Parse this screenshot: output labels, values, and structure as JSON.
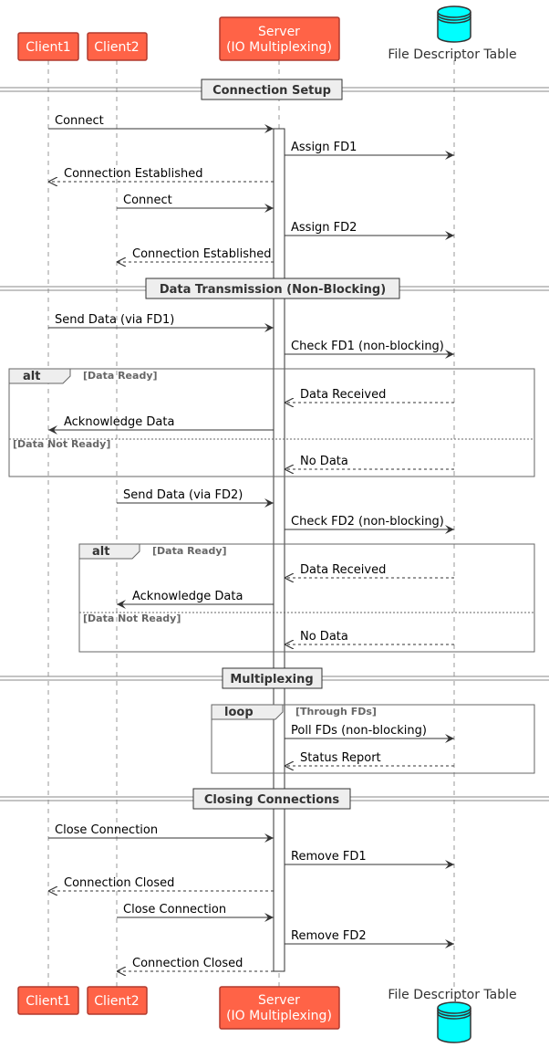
{
  "participants": {
    "client1": {
      "label": "Client1"
    },
    "client2": {
      "label": "Client2"
    },
    "server": {
      "line1": "Server",
      "line2": "(IO Multiplexing)"
    },
    "fdtable": {
      "label": "File Descriptor Table"
    }
  },
  "colors": {
    "participant_fill": "#FF6347",
    "participant_border": "#B03A2E",
    "database_fill": "#00FFFF",
    "lifeline": "#999999",
    "arrow": "#333333",
    "divider_fill": "#EEEEEE",
    "frame_border": "#666666"
  },
  "sections": [
    {
      "id": "setup",
      "label": "Connection Setup"
    },
    {
      "id": "transmission",
      "label": "Data Transmission (Non-Blocking)"
    },
    {
      "id": "multiplexing",
      "label": "Multiplexing"
    },
    {
      "id": "closing",
      "label": "Closing Connections"
    }
  ],
  "frames": [
    {
      "id": "alt1",
      "kind": "alt",
      "guard": "[Data Ready]",
      "else_guard": "[Data Not Ready]"
    },
    {
      "id": "alt2",
      "kind": "alt",
      "guard": "[Data Ready]",
      "else_guard": "[Data Not Ready]"
    },
    {
      "id": "loop1",
      "kind": "loop",
      "guard": "[Through FDs]"
    }
  ],
  "messages": [
    {
      "id": "m1",
      "from": "Client1",
      "to": "Server",
      "label": "Connect",
      "kind": "sync"
    },
    {
      "id": "m2",
      "from": "Server",
      "to": "File Descriptor Table",
      "label": "Assign FD1",
      "kind": "sync"
    },
    {
      "id": "m3",
      "from": "Server",
      "to": "Client1",
      "label": "Connection Established",
      "kind": "reply"
    },
    {
      "id": "m4",
      "from": "Client2",
      "to": "Server",
      "label": "Connect",
      "kind": "sync"
    },
    {
      "id": "m5",
      "from": "Server",
      "to": "File Descriptor Table",
      "label": "Assign FD2",
      "kind": "sync"
    },
    {
      "id": "m6",
      "from": "Server",
      "to": "Client2",
      "label": "Connection Established",
      "kind": "reply"
    },
    {
      "id": "m7",
      "from": "Client1",
      "to": "Server",
      "label": "Send Data (via FD1)",
      "kind": "sync"
    },
    {
      "id": "m8",
      "from": "Server",
      "to": "File Descriptor Table",
      "label": "Check FD1 (non-blocking)",
      "kind": "sync"
    },
    {
      "id": "m9",
      "from": "File Descriptor Table",
      "to": "Server",
      "label": "Data Received",
      "kind": "reply"
    },
    {
      "id": "m10",
      "from": "Server",
      "to": "Client1",
      "label": "Acknowledge Data",
      "kind": "sync"
    },
    {
      "id": "m11",
      "from": "File Descriptor Table",
      "to": "Server",
      "label": "No Data",
      "kind": "reply"
    },
    {
      "id": "m12",
      "from": "Client2",
      "to": "Server",
      "label": "Send Data (via FD2)",
      "kind": "sync"
    },
    {
      "id": "m13",
      "from": "Server",
      "to": "File Descriptor Table",
      "label": "Check FD2 (non-blocking)",
      "kind": "sync"
    },
    {
      "id": "m14",
      "from": "File Descriptor Table",
      "to": "Server",
      "label": "Data Received",
      "kind": "reply"
    },
    {
      "id": "m15",
      "from": "Server",
      "to": "Client2",
      "label": "Acknowledge Data",
      "kind": "sync"
    },
    {
      "id": "m16",
      "from": "File Descriptor Table",
      "to": "Server",
      "label": "No Data",
      "kind": "reply"
    },
    {
      "id": "m17",
      "from": "Server",
      "to": "File Descriptor Table",
      "label": "Poll FDs (non-blocking)",
      "kind": "sync"
    },
    {
      "id": "m18",
      "from": "File Descriptor Table",
      "to": "Server",
      "label": "Status Report",
      "kind": "reply"
    },
    {
      "id": "m19",
      "from": "Client1",
      "to": "Server",
      "label": "Close Connection",
      "kind": "sync"
    },
    {
      "id": "m20",
      "from": "Server",
      "to": "File Descriptor Table",
      "label": "Remove FD1",
      "kind": "sync"
    },
    {
      "id": "m21",
      "from": "Server",
      "to": "Client1",
      "label": "Connection Closed",
      "kind": "reply"
    },
    {
      "id": "m22",
      "from": "Client2",
      "to": "Server",
      "label": "Close Connection",
      "kind": "sync"
    },
    {
      "id": "m23",
      "from": "Server",
      "to": "File Descriptor Table",
      "label": "Remove FD2",
      "kind": "sync"
    },
    {
      "id": "m24",
      "from": "Server",
      "to": "Client2",
      "label": "Connection Closed",
      "kind": "reply"
    }
  ]
}
